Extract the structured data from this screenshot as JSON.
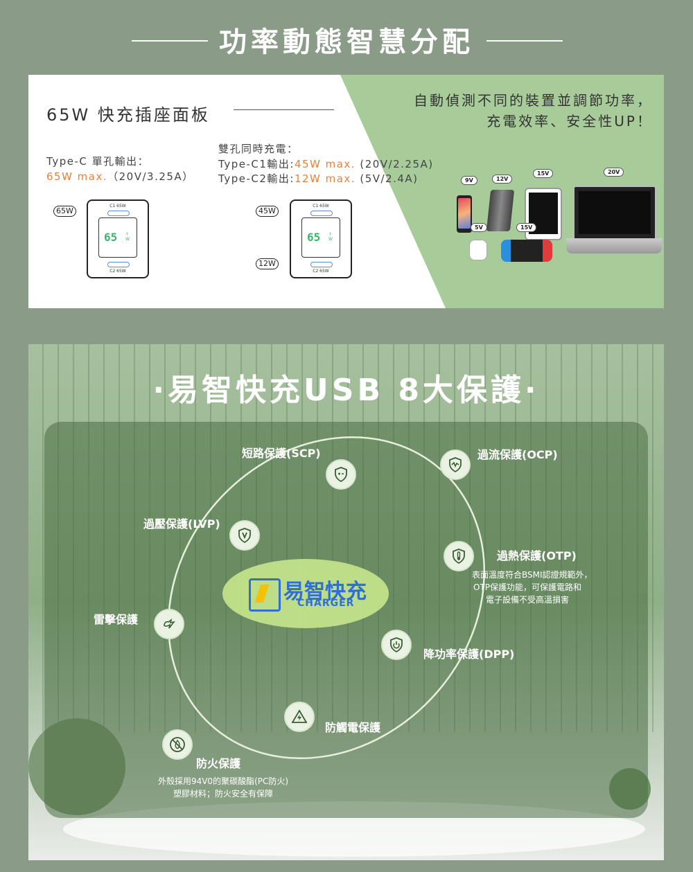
{
  "section1": {
    "title": "功率動態智慧分配",
    "panel_heading": "65W 快充插座面板",
    "single": {
      "label": "Type-C 單孔輸出：",
      "value_orange": "65W max.",
      "value_rest": "（20V/3.25A）"
    },
    "dual": {
      "label": "雙孔同時充電：",
      "c1_prefix": "Type-C1輸出:",
      "c1_orange": "45W max.",
      "c1_rest": "(20V/2.25A)",
      "c2_prefix": "Type-C2輸出:",
      "c2_orange": "12W max.",
      "c2_rest": "(5V/2.4A)"
    },
    "right_text_line1": "自動偵測不同的裝置並調節功率，",
    "right_text_line2": "充電效率、安全性UP！",
    "chargers": [
      {
        "pill_top": "65W",
        "c1": "C1 65W",
        "c2": "C2 65W",
        "display": "65",
        "unit_top": "↑",
        "unit_bottom": "W"
      },
      {
        "pill_top": "45W",
        "pill_bottom": "12W",
        "c1": "C1 65W",
        "c2": "C2 65W",
        "display": "65",
        "unit_top": "↑",
        "unit_bottom": "W"
      }
    ],
    "devices": {
      "phone": "9V",
      "powerbank": "12V",
      "tablet": "15V",
      "laptop": "20V",
      "earbuds": "5V",
      "console": "15V"
    },
    "colors": {
      "green_bg": "#a7cc9a",
      "orange": "#e8813a",
      "port_blue": "#5b8bd8",
      "display_green": "#3bb56b"
    }
  },
  "section2": {
    "title": "·易智快充USB 8大保護·",
    "logo_text": "易智快充",
    "logo_sub": "CHARGER",
    "protections": [
      {
        "label": "短路保護(SCP)",
        "icon": "shield-plus-minus-icon"
      },
      {
        "label": "過流保護(OCP)",
        "icon": "shield-wave-icon"
      },
      {
        "label": "過壓保護(LVP)",
        "icon": "shield-v-icon"
      },
      {
        "label": "過熱保護(OTP)",
        "icon": "thermometer-shield-icon",
        "desc": [
          "表面溫度符合BSMI認證規範外，",
          "OTP保護功能，可保護電路和",
          "電子設備不受高溫損害"
        ]
      },
      {
        "label": "雷擊保護",
        "icon": "lightning-hand-icon"
      },
      {
        "label": "降功率保護(DPP)",
        "icon": "power-shield-icon"
      },
      {
        "label": "防觸電保護",
        "icon": "electric-warning-icon"
      },
      {
        "label": "防火保護",
        "icon": "no-fire-icon",
        "desc": [
          "外殼採用94V0的聚碳酸酯(PC防火)",
          "塑膠材料；防火安全有保障"
        ]
      }
    ],
    "colors": {
      "overlay": "#4a6e44",
      "icon_bg": "#eaf3e3",
      "logo_blue": "#2f6fd6",
      "logo_green": "#c7e58c"
    }
  }
}
